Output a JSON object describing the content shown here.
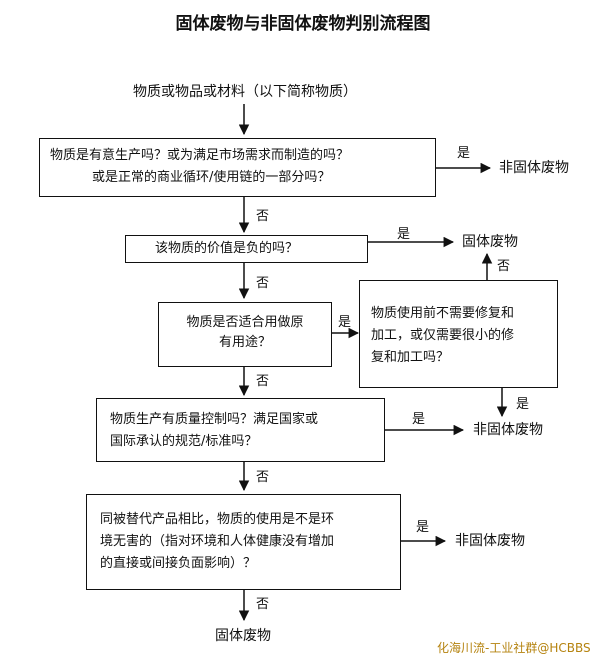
{
  "title": "固体废物与非固体废物判别流程图",
  "start": "物质或物品或材料（以下简称物质）",
  "q1": {
    "line1": "物质是有意生产吗？或为满足市场需求而制造的吗？",
    "line2": "或是正常的商业循环/使用链的一部分吗？"
  },
  "q2": {
    "line1": "该物质的价值是负的吗？"
  },
  "q3": {
    "line1": "物质是否适合用做原",
    "line2": "有用途？"
  },
  "q3b": {
    "line1": "物质使用前不需要修复和",
    "line2": "加工，或仅需要很小的修",
    "line3": "复和加工吗？"
  },
  "q4": {
    "line1": "物质生产有质量控制吗？满足国家或",
    "line2": "国际承认的规范/标准吗？"
  },
  "q5": {
    "line1": "同被替代产品相比，物质的使用是不是环",
    "line2": "境无害的（指对环境和人体健康没有增加",
    "line3": "的直接或间接负面影响）？"
  },
  "outcomes": {
    "o1": "非固体废物",
    "o2": "固体废物",
    "o3": "非固体废物",
    "o4": "非固体废物",
    "o5": "固体废物"
  },
  "labels": {
    "yes": "是",
    "no": "否"
  },
  "watermark": "化海川流-工业社群@HCBBS",
  "colors": {
    "line": "#111111",
    "watermark": "#b5830f"
  }
}
